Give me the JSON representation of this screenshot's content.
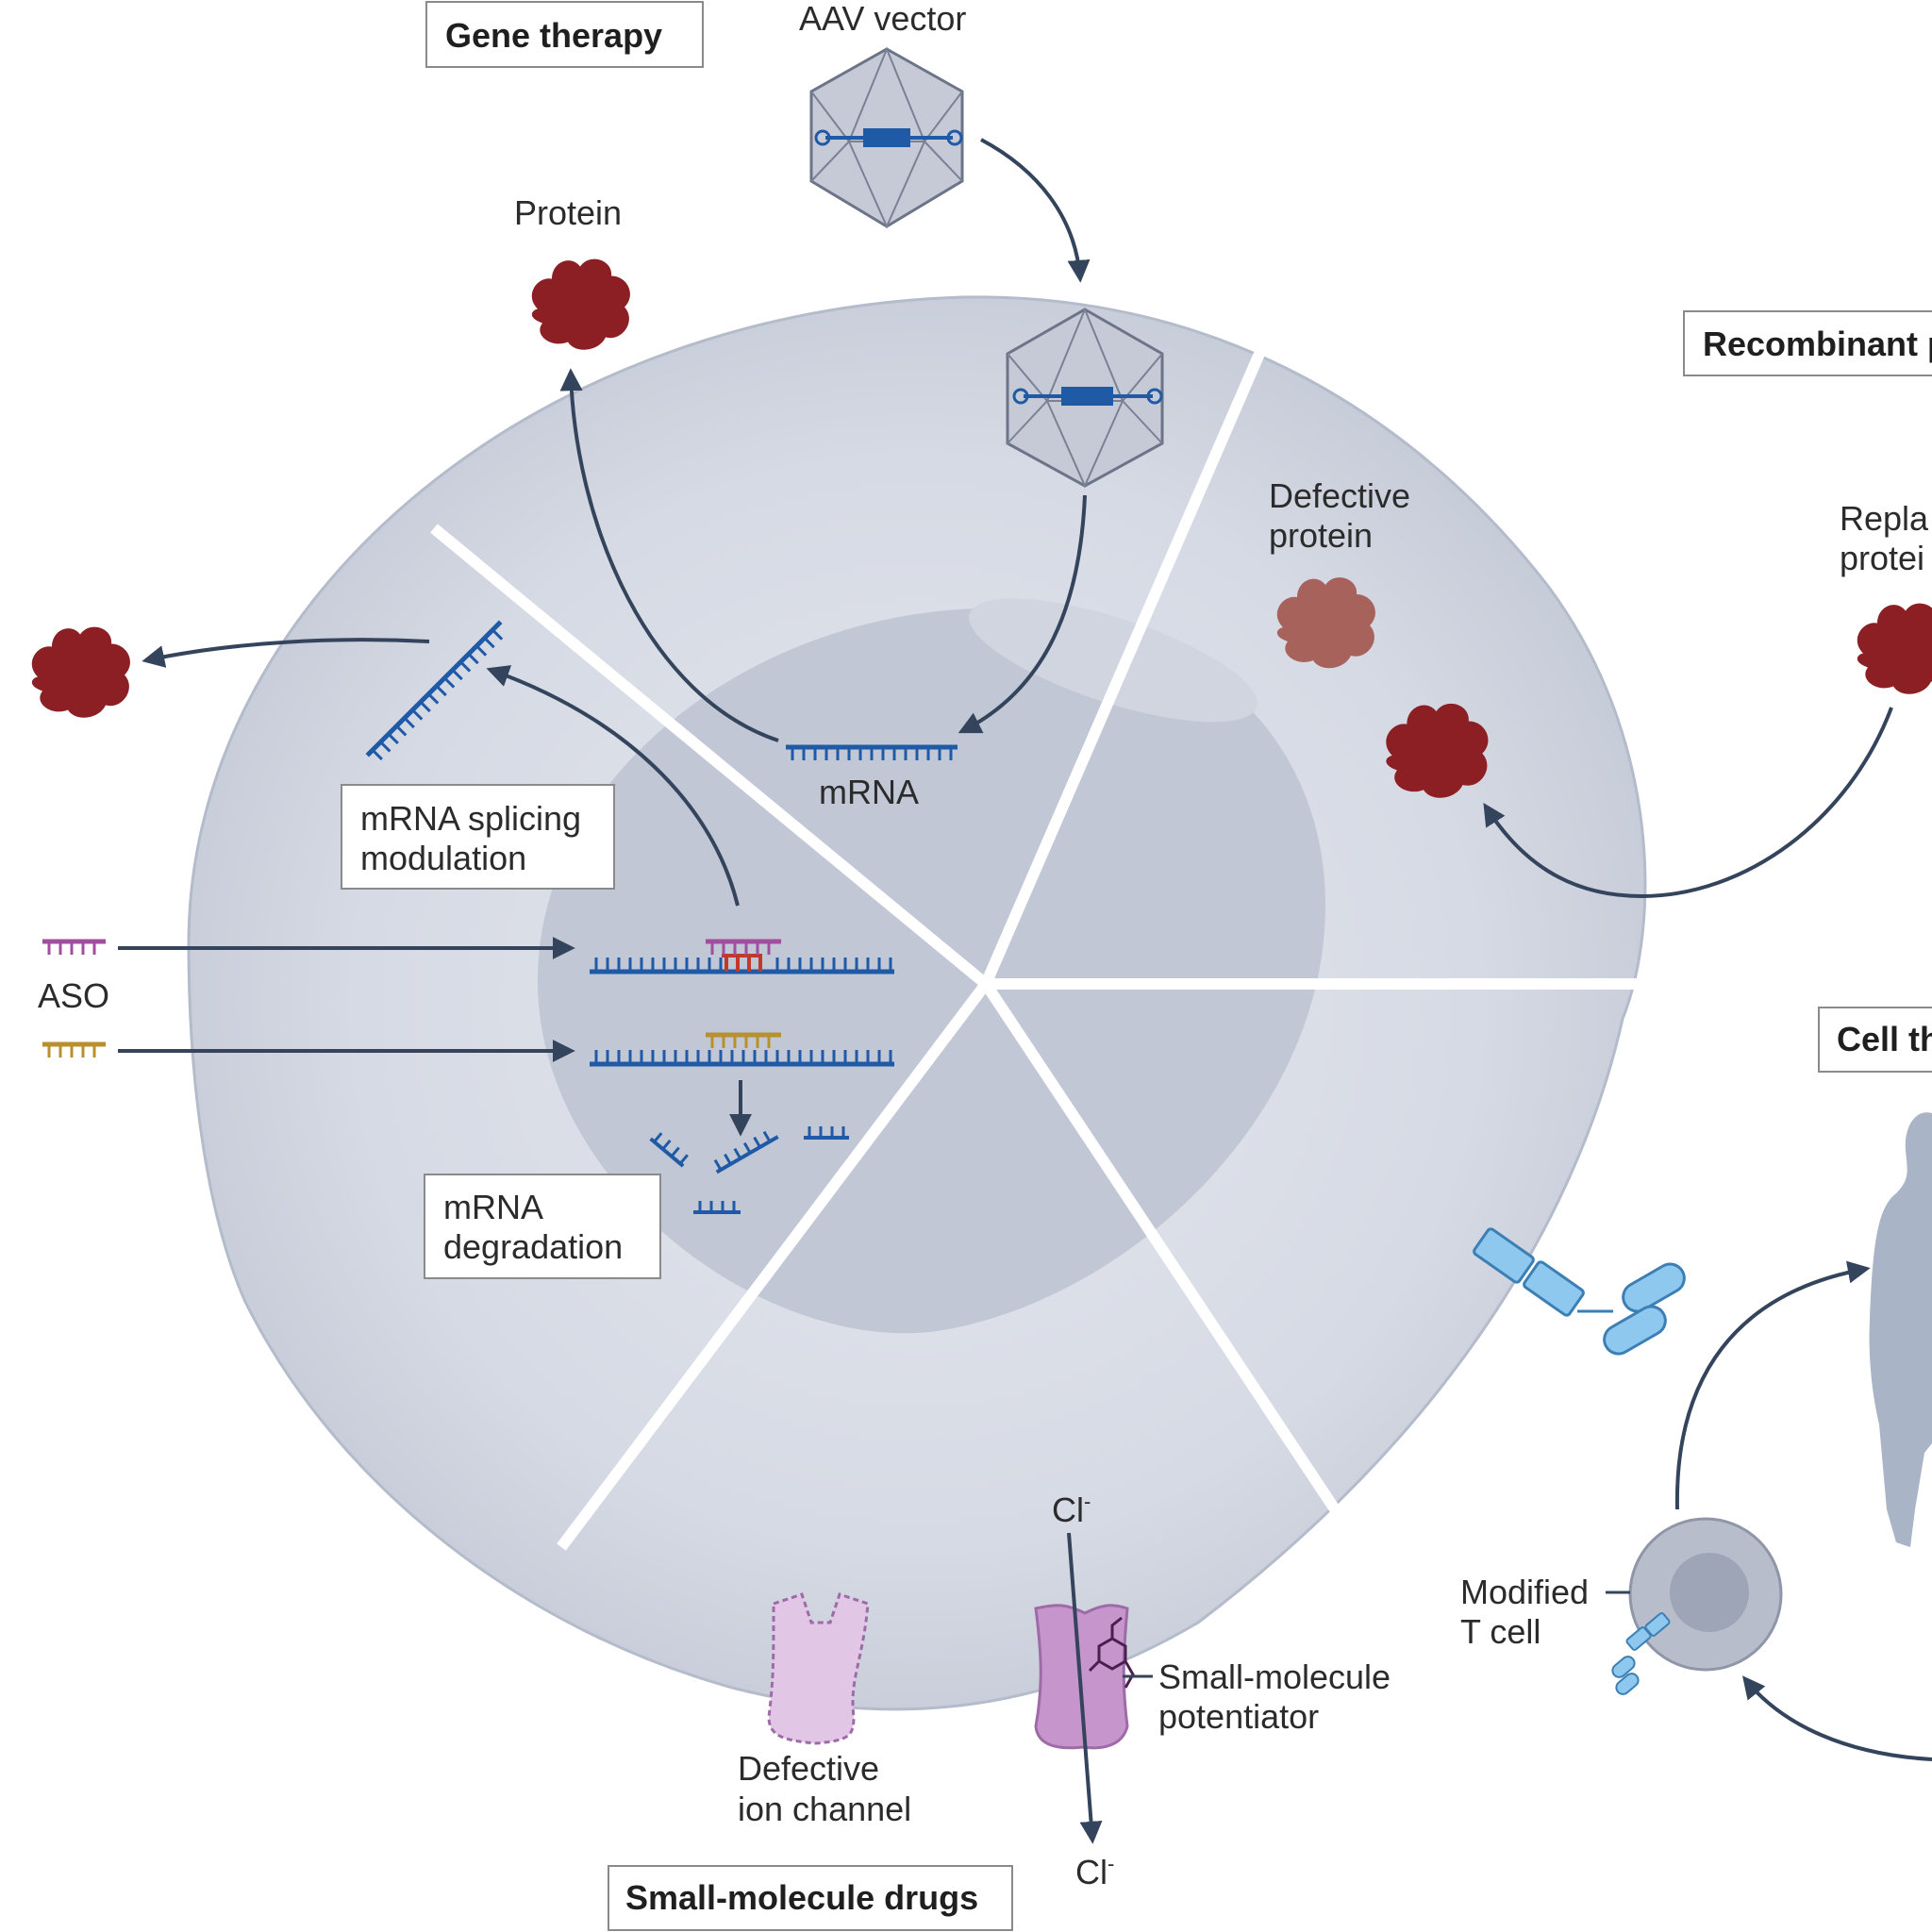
{
  "sections": {
    "gene_therapy": "Gene therapy",
    "recombinant": "Recombinant p",
    "cell_therapy": "Cell th",
    "small_molecule": "Small-molecule drugs"
  },
  "labels": {
    "aav_vector": "AAV vector",
    "protein": "Protein",
    "mrna": "mRNA",
    "defective_protein_1": "Defective",
    "defective_protein_2": "protein",
    "replacement_1": "Repla",
    "replacement_2": "protei",
    "splicing_1": "mRNA splicing",
    "splicing_2": "modulation",
    "aso": "ASO",
    "degradation_1": "mRNA",
    "degradation_2": "degradation",
    "cl_top": "Cl",
    "cl_bottom": "Cl",
    "cl_charge": "-",
    "potentiator_1": "Small-molecule",
    "potentiator_2": "potentiator",
    "ion_channel_1": "Defective",
    "ion_channel_2": "ion channel",
    "tcell_1": "Modified",
    "tcell_2": "T cell"
  },
  "colors": {
    "cell_outer": "#c9cedb",
    "cell_inner": "#d9dde7",
    "nucleus": "#b9bfcf",
    "arrow": "#34445c",
    "mrna": "#1f5aa6",
    "protein": "#8b1f24",
    "defective_protein": "#a8625c",
    "aso_purple": "#a04fa0",
    "aso_gold": "#b8912e",
    "mismatch": "#c0392b",
    "channel": "#b782c0",
    "tcell": "#a9afc0",
    "antibody": "#6fb3e0",
    "human": "#a9b4c6"
  }
}
